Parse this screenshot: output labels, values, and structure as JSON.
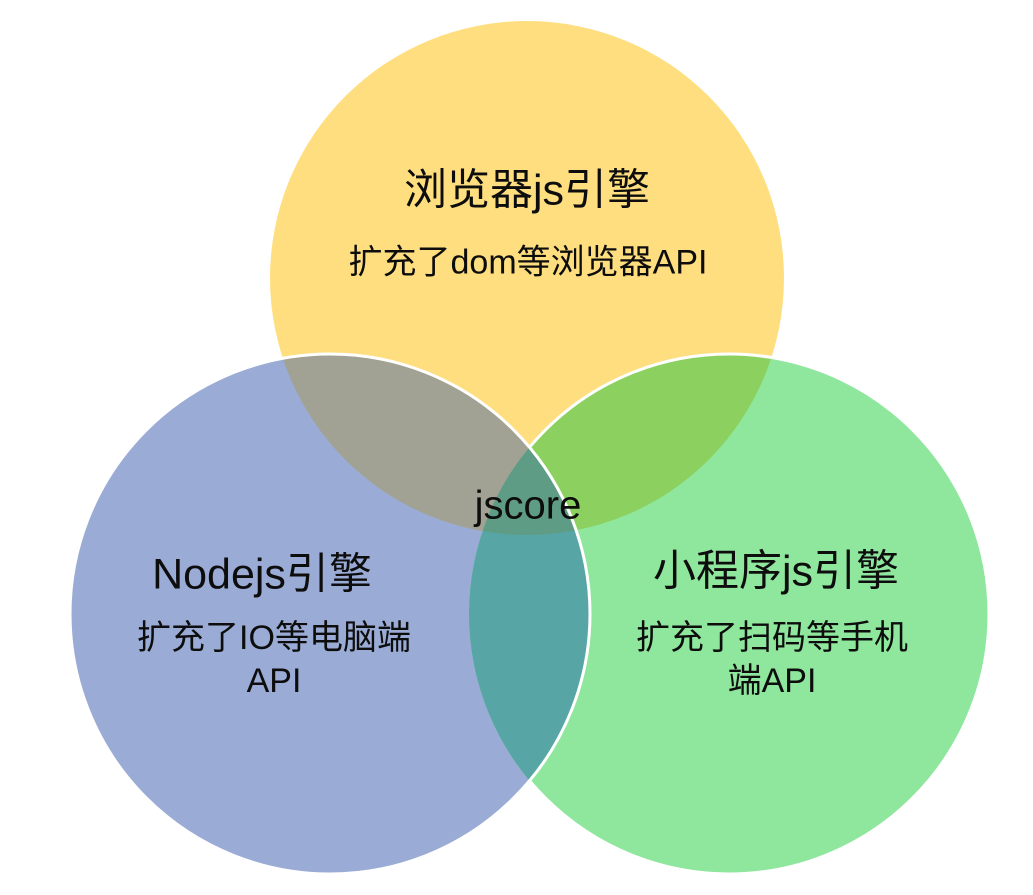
{
  "diagram": {
    "type": "venn",
    "center_label": "jscore",
    "circles": [
      {
        "id": "browser-js-engine",
        "title": "浏览器js引擎",
        "subtitle_lines": [
          "扩充了dom等浏览器API"
        ],
        "color": "#FFDE7F"
      },
      {
        "id": "nodejs-engine",
        "title": "Nodejs引擎",
        "subtitle_lines": [
          "扩充了IO等电脑端",
          "API"
        ],
        "color": "#9AACD5"
      },
      {
        "id": "miniprogram-js-engine",
        "title": "小程序js引擎",
        "subtitle_lines": [
          "扩充了扫码等手机",
          "端API"
        ],
        "color": "#8FE69D"
      }
    ],
    "overlap_colors": {
      "yellow_blue": "#A1A294",
      "yellow_green": "#8CD160",
      "blue_green": "#58A5A6",
      "triple": "#5F9C85"
    },
    "stroke_color": "#FFFFFF",
    "background_color": "#FFFFFF",
    "text_color": "#0D0D0D"
  }
}
